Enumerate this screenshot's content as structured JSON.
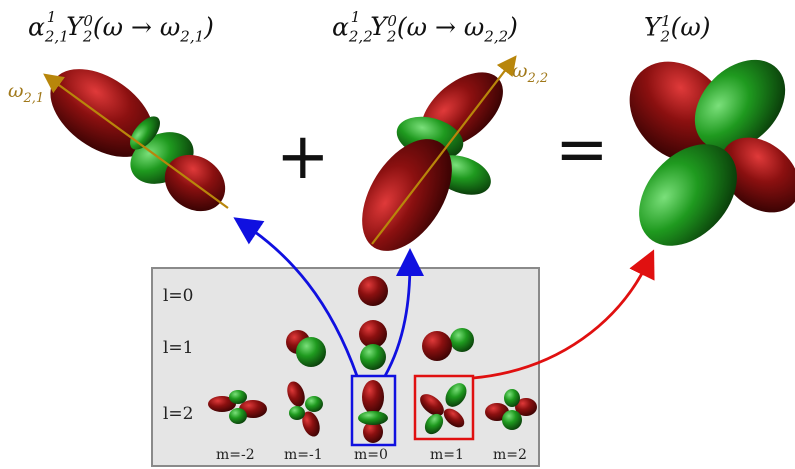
{
  "titles": {
    "left": {
      "base": "α",
      "sub": "2,1",
      "sup": "1",
      "fn": "Y",
      "fn_sub": "2",
      "fn_sup": "0",
      "arg": "(ω → ω",
      "arg_sub": "2,1",
      "close": ")"
    },
    "middle": {
      "base": "α",
      "sub": "2,2",
      "sup": "1",
      "fn": "Y",
      "fn_sub": "2",
      "fn_sup": "0",
      "arg": "(ω → ω",
      "arg_sub": "2,2",
      "close": ")"
    },
    "right": {
      "fn": "Y",
      "fn_sub": "2",
      "fn_sup": "1",
      "arg": "(ω)"
    }
  },
  "axis_labels": {
    "left": {
      "base": "ω",
      "sub": "2,1"
    },
    "middle": {
      "base": "ω",
      "sub": "2,2"
    }
  },
  "operators": {
    "plus": "+",
    "equals": "="
  },
  "grid": {
    "rows": [
      "l=0",
      "l=1",
      "l=2"
    ],
    "cols": [
      "m=-2",
      "m=-1",
      "m=0",
      "m=1",
      "m=2"
    ]
  },
  "colors": {
    "lobe_red": "#8b1010",
    "lobe_green": "#1f9a1f",
    "axis": "#b8860b",
    "arrow_blue": "#1010e0",
    "arrow_red": "#e01010",
    "panel_bg": "#e5e5e5",
    "panel_border": "#8a8a8a"
  }
}
